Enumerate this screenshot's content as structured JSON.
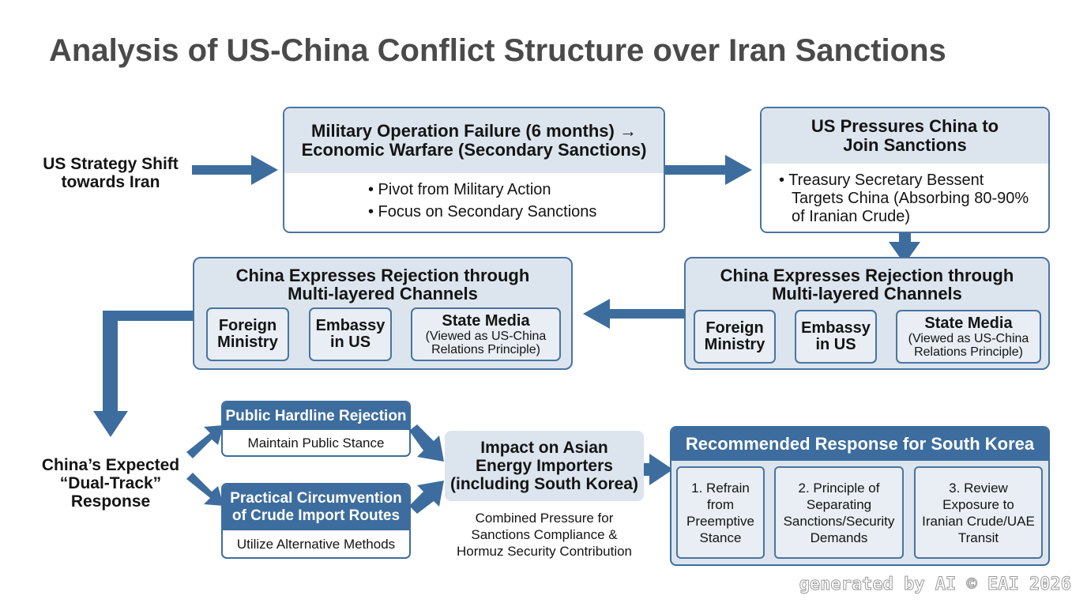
{
  "title": "Analysis of US-China Conflict Structure over Iran Sanctions",
  "us_strategy": {
    "label": "US Strategy Shift towards Iran"
  },
  "military_box": {
    "heading_line1": "Military Operation Failure (6 months) →",
    "heading_line2": "Economic Warfare (Secondary Sanctions)",
    "bullets": [
      "• Pivot from Military Action",
      "• Focus on Secondary Sanctions"
    ]
  },
  "pressure_box": {
    "heading_line1": "US Pressures China to",
    "heading_line2": "Join Sanctions",
    "bullet_lines": [
      "• Treasury Secretary Bessent",
      "Targets China (Absorbing 80-90%",
      "of Iranian Crude)"
    ]
  },
  "rejection_right": {
    "title_line1": "China Expresses Rejection through",
    "title_line2": "Multi-layered Channels",
    "channels": [
      {
        "line1": "Foreign",
        "line2": "Ministry"
      },
      {
        "line1": "Embassy",
        "line2": "in US"
      },
      {
        "title": "State Media",
        "sub1": "(Viewed as US-China",
        "sub2": "Relations Principle)"
      }
    ]
  },
  "rejection_left": {
    "title_line1": "China Expresses Rejection through",
    "title_line2": "Multi-layered Channels",
    "channels": [
      {
        "line1": "Foreign",
        "line2": "Ministry"
      },
      {
        "line1": "Embassy",
        "line2": "in US"
      },
      {
        "title": "State Media",
        "sub1": "(Viewed as US-China",
        "sub2": "Relations Principle)"
      }
    ]
  },
  "dual_track": {
    "line1": "China’s Expected",
    "line2": "“Dual-Track”",
    "line3": "Response"
  },
  "hardline": {
    "head": "Public Hardline Rejection",
    "body": "Maintain Public Stance"
  },
  "circumvention": {
    "head_line1": "Practical Circumvention",
    "head_line2": "of Crude Import Routes",
    "body": "Utilize Alternative Methods"
  },
  "impact": {
    "line1": "Impact on Asian",
    "line2": "Energy Importers",
    "line3": "(including South Korea)",
    "note_line1": "Combined Pressure for",
    "note_line2": "Sanctions Compliance &",
    "note_line3": "Hormuz Security Contribution"
  },
  "recommend": {
    "head": "Recommended Response for South Korea",
    "items": [
      {
        "l1": "1. Refrain",
        "l2": "from",
        "l3": "Preemptive",
        "l4": "Stance"
      },
      {
        "l1": "2. Principle of",
        "l2": "Separating",
        "l3": "Sanctions/Security",
        "l4": "Demands"
      },
      {
        "l1": "3. Review",
        "l2": "Exposure to",
        "l3": "Iranian Crude/UAE",
        "l4": "Transit"
      }
    ]
  },
  "watermark": "generated by AI © EAI 2026",
  "colors": {
    "arrow": "#3d6d9e",
    "border": "#4a74a0",
    "panel_fill": "#dce5ee",
    "header_fill": "#3d6d9e"
  }
}
